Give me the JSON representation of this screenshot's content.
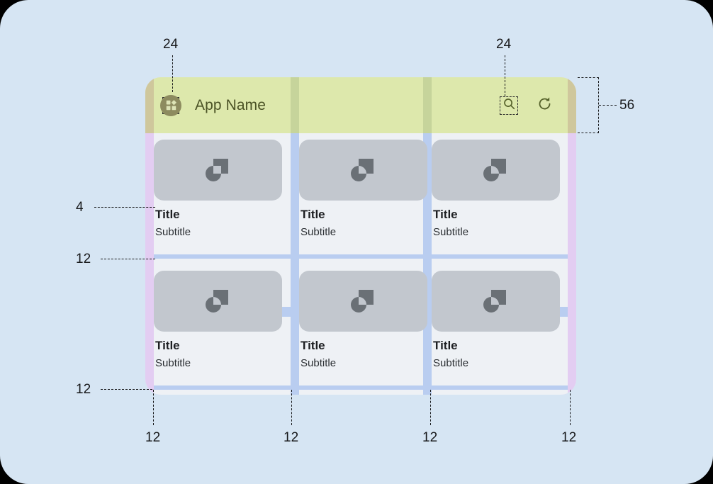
{
  "page": {
    "background_color": "#d6e5f3",
    "corner_radius": "40px"
  },
  "app": {
    "panel": {
      "background_color": "#eef1f5",
      "margin_overlay_color": "#e3cdf2",
      "gutter_overlay_color": "#b9cdf0"
    },
    "appbar": {
      "height_spec": "56",
      "background_color": "#dde8ac",
      "padding_overlay_color": "#cfc79c",
      "title": "App Name",
      "title_color": "#4b5326",
      "menu_icon": "widgets-icon",
      "menu_icon_badge_color": "#8d8b5f",
      "actions": [
        {
          "name": "search-icon",
          "label": "Search"
        },
        {
          "name": "refresh-icon",
          "label": "Refresh"
        }
      ]
    },
    "grid": {
      "columns": 3,
      "rows": 2,
      "thumb_color": "#c2c7ce",
      "thumb_glyph": "image-placeholder-icon",
      "cards": [
        {
          "title": "Title",
          "subtitle": "Subtitle"
        },
        {
          "title": "Title",
          "subtitle": "Subtitle"
        },
        {
          "title": "Title",
          "subtitle": "Subtitle"
        },
        {
          "title": "Title",
          "subtitle": "Subtitle"
        },
        {
          "title": "Title",
          "subtitle": "Subtitle"
        },
        {
          "title": "Title",
          "subtitle": "Subtitle"
        }
      ]
    }
  },
  "annotations": {
    "top_left_icon_size": "24",
    "top_right_icon_size": "24",
    "appbar_height": "56",
    "title_top_spacing": "4",
    "row_gap": "12",
    "bottom_margin": "12",
    "column_margins": [
      "12",
      "12",
      "12",
      "12"
    ]
  }
}
